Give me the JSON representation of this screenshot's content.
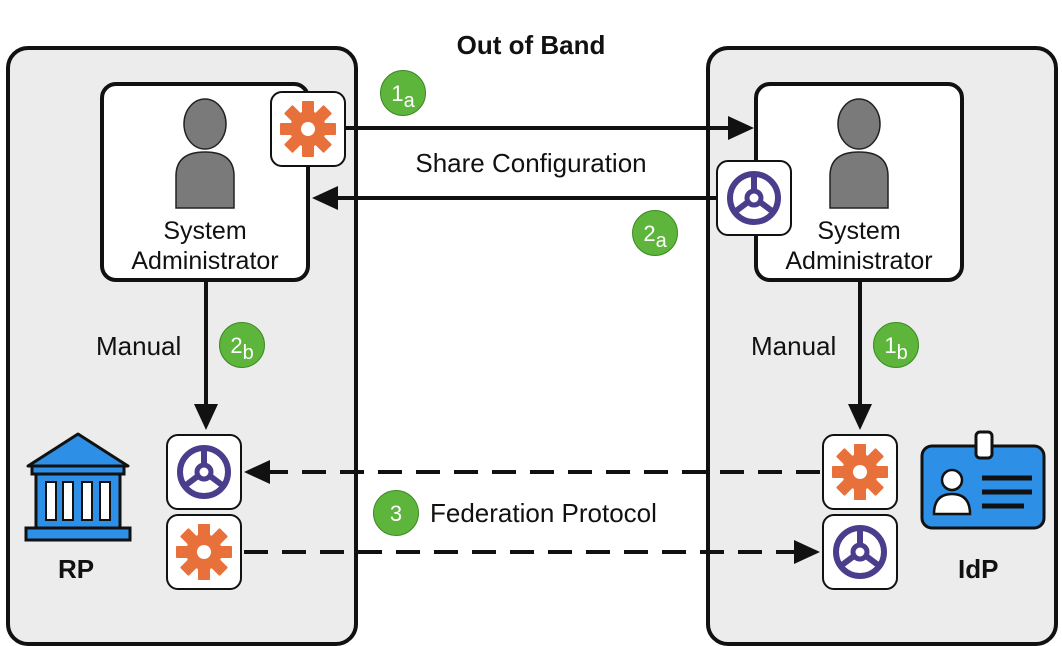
{
  "title": "Out of Band",
  "rp": {
    "label": "RP",
    "admin_line1": "System",
    "admin_line2": "Administrator",
    "manual_label": "Manual",
    "badge_main": "2",
    "badge_sub": "b"
  },
  "idp": {
    "label": "IdP",
    "admin_line1": "System",
    "admin_line2": "Administrator",
    "manual_label": "Manual",
    "badge_main": "1",
    "badge_sub": "b"
  },
  "share_config_label": "Share Configuration",
  "badge_1a": {
    "main": "1",
    "sub": "a"
  },
  "badge_2a": {
    "main": "2",
    "sub": "a"
  },
  "badge_3": "3",
  "federation_label": "Federation Protocol",
  "colors": {
    "badge_green": "#5db53b",
    "gear_orange": "#e8703a",
    "wheel_purple": "#4a3d8c",
    "icon_blue": "#2e8fe6",
    "person_gray": "#7a7a7a",
    "panel_gray": "#ececec"
  },
  "icons": [
    "gear-icon",
    "steering-wheel-icon",
    "person-icon",
    "bank-icon",
    "id-badge-icon"
  ]
}
